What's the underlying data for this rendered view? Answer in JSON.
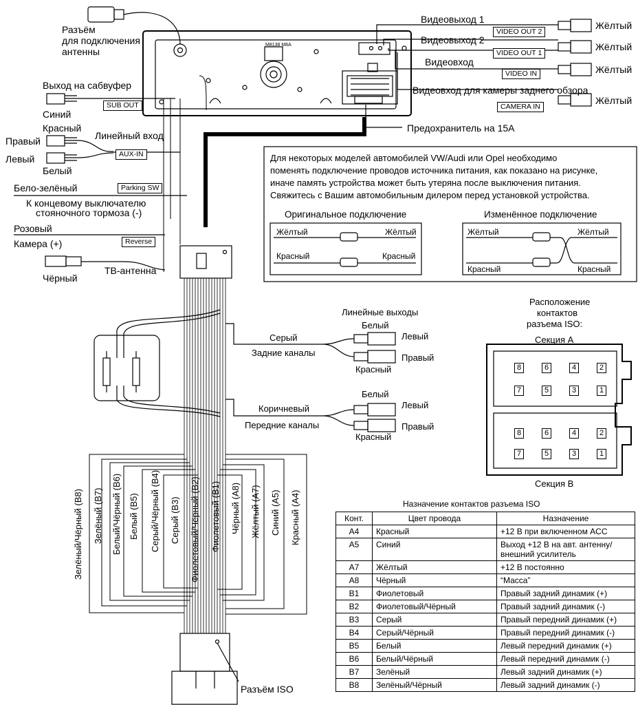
{
  "labels": {
    "antenna_connector": "Разъём",
    "antenna_connector_2": "для подключения",
    "antenna_connector_3": "антенны",
    "subwoofer_out": "Выход на сабвуфер",
    "blue": "Синий",
    "red_top": "Красный",
    "line_in": "Линейный вход",
    "right": "Правый",
    "left": "Левый",
    "white": "Белый",
    "white_green": "Бело-зелёный",
    "parking_desc_1": "К концевому выключателю",
    "parking_desc_2": "стояночного тормоза (-)",
    "pink": "Розовый",
    "camera_plus": "Камера (+)",
    "black": "Чёрный",
    "tv_antenna": "ТВ-антенна",
    "video_out_1": "Видеовыход 1",
    "video_out_2": "Видеовыход 2",
    "video_in": "Видеовход",
    "camera_in_desc": "Видеовход для камеры заднего обзора",
    "yellow": "Жёлтый",
    "fuse": "Предохранитель на 15А",
    "line_outputs": "Линейные выходы",
    "grey": "Серый",
    "rear_channels": "Задние каналы",
    "brown": "Коричневый",
    "front_channels": "Передние каналы",
    "left_short": "Левый",
    "right_short": "Правый",
    "white_s": "Белый",
    "red_s": "Красный",
    "iso_connector": "Разъём ISO",
    "iso_layout_1": "Расположение",
    "iso_layout_2": "контактов",
    "iso_layout_3": "разъема ISO:",
    "section_a": "Секция А",
    "section_b": "Секция В",
    "chip_model": "M8138 M8A"
  },
  "boxes": {
    "sub_out": "SUB OUT",
    "aux_in": "AUX-IN",
    "parking_sw": "Parking SW",
    "reverse": "Reverse",
    "video_out_2": "VIDEO OUT 2",
    "video_out_1": "VIDEO OUT 1",
    "video_in": "VIDEO IN",
    "camera_in": "CAMERA IN"
  },
  "note": {
    "line1": "Для некоторых моделей автомобилей VW/Audi или Opel необходимо",
    "line2": "поменять подключение проводов источника питания, как показано на рисунке,",
    "line3": "иначе память устройства может быть утеряна после выключения питания.",
    "line4": "Свяжитесь с Вашим автомобильным дилером перед установкой устройства.",
    "original": "Оригинальное подключение",
    "changed": "Изменённое подключение",
    "yellow": "Жёлтый",
    "red": "Красный"
  },
  "wires": [
    "Зелёный/Чёрный (B8)",
    "Зелёный (B7)",
    "Белый/Чёрный (B6)",
    "Белый (B5)",
    "Серый/Чёрный (B4)",
    "Серый (B3)",
    "Фиолетовый/Чёрный (B2)",
    "Фиолетовый (B1)",
    "Чёрный (A8)",
    "Жёлтый (A7)",
    "Синий (A5)",
    "Красный (A4)"
  ],
  "iso_pins": {
    "a_top": [
      "8",
      "6",
      "4",
      "2"
    ],
    "a_bottom": [
      "7",
      "5",
      "3",
      "1"
    ],
    "b_top": [
      "8",
      "6",
      "4",
      "2"
    ],
    "b_bottom": [
      "7",
      "5",
      "3",
      "1"
    ]
  },
  "table": {
    "title": "Назначение контактов разъема ISO",
    "headers": [
      "Конт.",
      "Цвет провода",
      "Назначение"
    ],
    "rows": [
      [
        "A4",
        "Красный",
        "+12 В при включенном ACC"
      ],
      [
        "A5",
        "Синий",
        "Выход +12 В на авт. антенну/ внешний усилитель"
      ],
      [
        "A7",
        "Жёлтый",
        "+12 В постоянно"
      ],
      [
        "A8",
        "Чёрный",
        "“Масса”"
      ],
      [
        "B1",
        "Фиолетовый",
        "Правый задний динамик (+)"
      ],
      [
        "B2",
        "Фиолетовый/Чёрный",
        "Правый задний динамик (-)"
      ],
      [
        "B3",
        "Серый",
        "Правый передний динамик (+)"
      ],
      [
        "B4",
        "Серый/Чёрный",
        "Правый передний динамик (-)"
      ],
      [
        "B5",
        "Белый",
        "Левый передний динамик (+)"
      ],
      [
        "B6",
        "Белый/Чёрный",
        "Левый передний динамик (-)"
      ],
      [
        "B7",
        "Зелёный",
        "Левый задний динамик (+)"
      ],
      [
        "B8",
        "Зелёный/Чёрный",
        "Левый задний динамик (-)"
      ]
    ]
  }
}
